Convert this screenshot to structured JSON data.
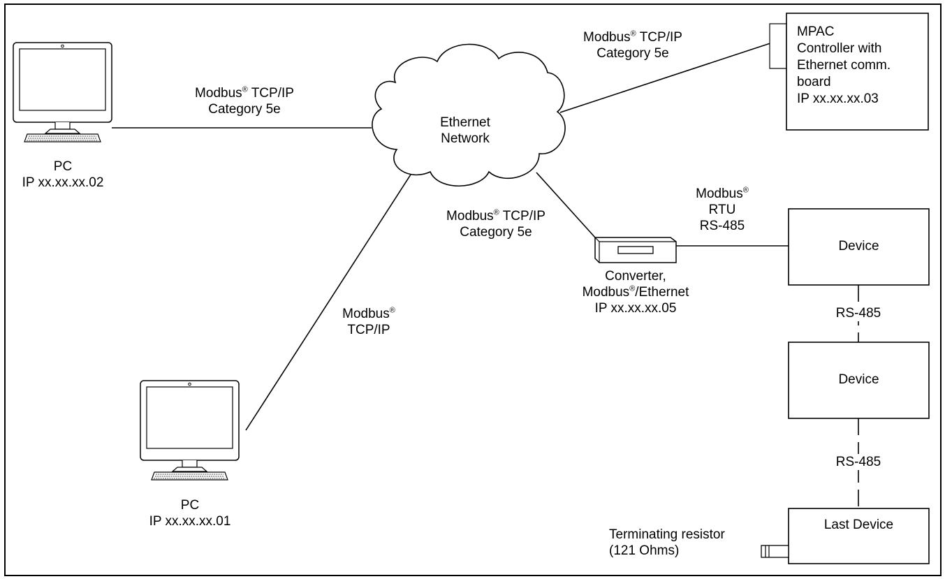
{
  "cloud": {
    "line1": "Ethernet",
    "line2": "Network"
  },
  "pc_top": {
    "name": "PC",
    "ip": "IP xx.xx.xx.02"
  },
  "pc_bottom": {
    "name": "PC",
    "ip": "IP xx.xx.xx.01"
  },
  "link_pc_top": {
    "line1_prefix": "Modbus",
    "sup": "®",
    "line1_suffix": " TCP/IP",
    "line2": "Category 5e"
  },
  "link_mpac": {
    "line1_prefix": "Modbus",
    "sup": "®",
    "line1_suffix": " TCP/IP",
    "line2": "Category 5e"
  },
  "link_converter": {
    "line1_prefix": "Modbus",
    "sup": "®",
    "line1_suffix": " TCP/IP",
    "line2": "Category 5e"
  },
  "link_pc_bottom": {
    "line1_prefix": "Modbus",
    "sup": "®",
    "line2": "TCP/IP"
  },
  "mpac": {
    "line1": "MPAC",
    "line2": "Controller with",
    "line3": "Ethernet comm.",
    "line4": "board",
    "line5": "IP xx.xx.xx.03"
  },
  "converter": {
    "line1": "Converter,",
    "line2_prefix": "Modbus",
    "sup": "®",
    "line2_suffix": "/Ethernet",
    "line3": "IP xx.xx.xx.05"
  },
  "rtu_link": {
    "line1_prefix": "Modbus",
    "sup": "®",
    "line2": "RTU",
    "line3": "RS-485"
  },
  "device1": {
    "label": "Device"
  },
  "device2": {
    "label": "Device"
  },
  "device3": {
    "label": "Last Device"
  },
  "rs485_1": {
    "label": "RS-485"
  },
  "rs485_2": {
    "label": "RS-485"
  },
  "terminator": {
    "line1": "Terminating resistor",
    "line2": "(121 Ohms)"
  }
}
